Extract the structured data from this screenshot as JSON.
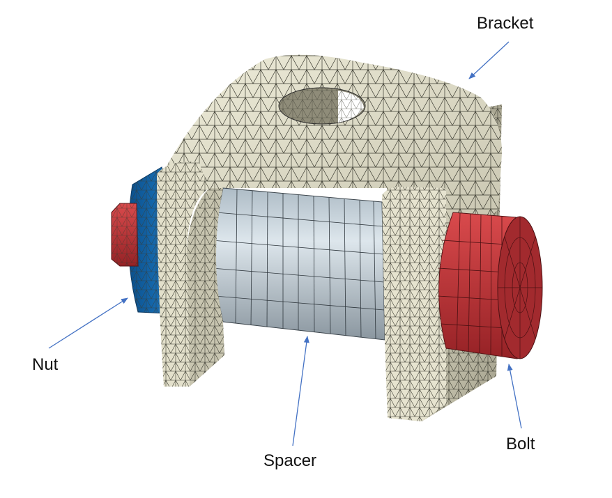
{
  "labels": {
    "bracket": "Bracket",
    "nut": "Nut",
    "spacer": "Spacer",
    "bolt": "Bolt"
  },
  "colors": {
    "bracket": "#e6e3cf",
    "bracket_shadow": "#b9b6a1",
    "spacer": "#cbd6de",
    "spacer_shadow": "#8e9aa3",
    "bolt": "#c0373a",
    "bolt_face": "#a22a2e",
    "nut": "#1565a8",
    "leader": "#4472c4",
    "mesh": "#2b2b2b"
  }
}
